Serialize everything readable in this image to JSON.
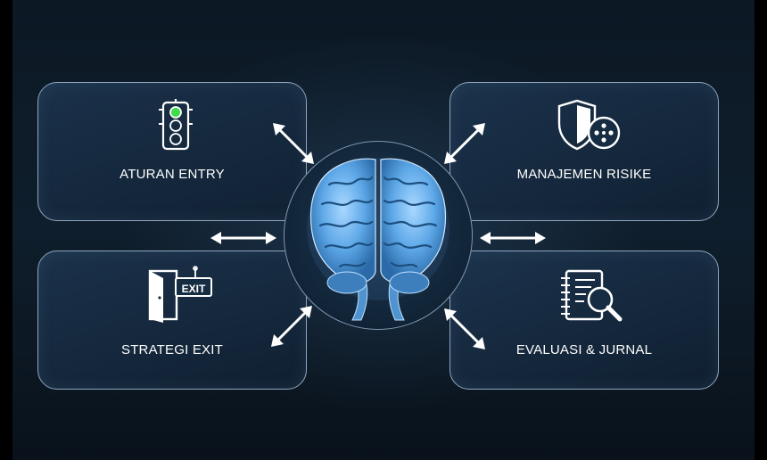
{
  "nodes": {
    "top_left": {
      "label": "ATURAN ENTRY",
      "icon": "traffic-light-icon"
    },
    "top_right": {
      "label": "MANAJEMEN RISIKE",
      "icon": "shield-icon"
    },
    "bottom_left": {
      "label": "STRATEGI EXIT",
      "icon": "exit-door-icon",
      "sign_text": "EXIT"
    },
    "bottom_right": {
      "label": "EVALUASI & JURNAL",
      "icon": "journal-magnifier-icon"
    }
  },
  "center": {
    "icon": "brain-icon"
  },
  "colors": {
    "background": "#0b1622",
    "card_border": "#8fa6bd",
    "text": "#ffffff",
    "brain": "#5ea8e8",
    "traffic_green": "#3ddc4a"
  }
}
